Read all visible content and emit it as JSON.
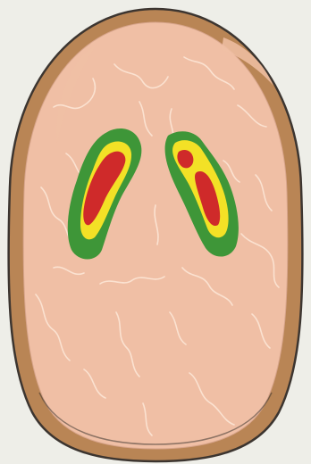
{
  "colors": {
    "background": "#EEEEE8",
    "outline": "#3C3530",
    "skull_bone": "#B98555",
    "brain_tissue": "#F0BFA5",
    "brain_edge": "#D8A58C",
    "sulci": "#FBE2D1",
    "zone_outer": "#3E9638",
    "zone_middle": "#F3E126",
    "zone_core": "#CF2A2A"
  },
  "icons": {
    "skull": "skull-outline-icon",
    "brain": "brain-section-icon"
  },
  "regions": [
    "skull",
    "brain",
    "left-lesion",
    "right-lesion"
  ],
  "lesion_layers": [
    "outer",
    "middle",
    "core"
  ]
}
